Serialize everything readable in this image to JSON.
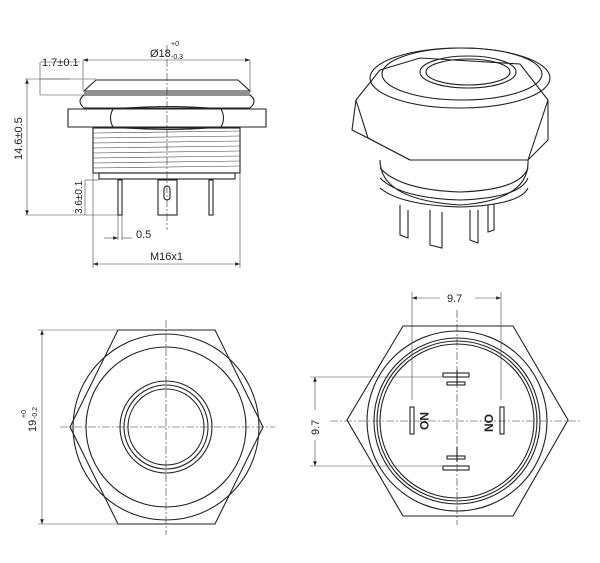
{
  "side_view": {
    "diameter_label": "Ø18",
    "diameter_tol_upper": "+0",
    "diameter_tol_lower": "-0.3",
    "cap_height": "1.7±0.1",
    "total_height": "14.6±0.5",
    "pin_length": "3.6±0.1",
    "pin_thickness": "0.5",
    "thread": "M16x1"
  },
  "front_view": {
    "hex_size": "19",
    "hex_tol_upper": "+0",
    "hex_tol_lower": "-0.2"
  },
  "terminal_view": {
    "horizontal_spacing": "9.7",
    "vertical_spacing": "9.7",
    "label_left": "NO",
    "label_right": "NO"
  }
}
